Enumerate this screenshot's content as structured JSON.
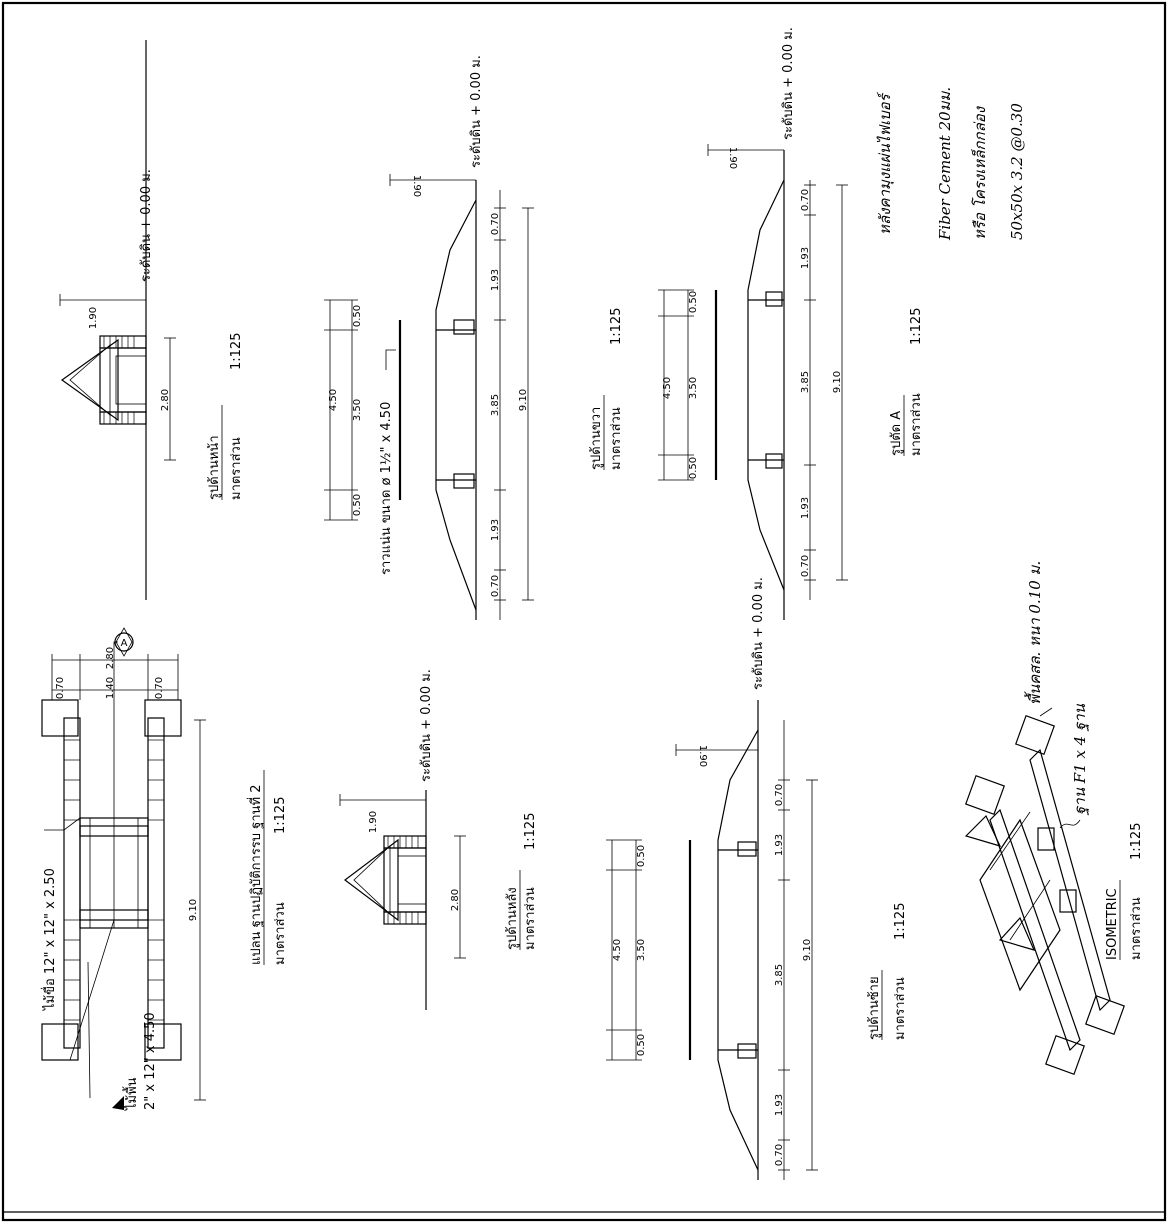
{
  "ground_level": "ระดับดิน + 0.00 ม.",
  "ground_level_short": "ระดับดิน + 0.00 ม.",
  "scale_label": "มาตราส่วน",
  "scale_value": "1:125",
  "plan": {
    "title": "แปลน ฐานปฏิบัติการรบ ฐานที่ 2",
    "beam_label": "ไม้ขื่อ 12\" x 12\" x 2.50",
    "plank_label_1": "ไม้พื้น",
    "plank_label_2": "2\" x 12\" x 4.50",
    "dims_vertical": [
      "0.70",
      "1.40",
      "0.70"
    ],
    "dim_total_vertical": "2.80",
    "dim_total": "9.10",
    "section_marker": "A"
  },
  "front": {
    "title": "รูปด้านหน้า",
    "width": "2.80",
    "height": "1.90"
  },
  "back": {
    "title": "รูปด้านหลัง",
    "width": "2.80",
    "height": "1.90"
  },
  "right": {
    "title": "รูปด้านขวา",
    "rail_label": "ราวแน่น ขนาด ø 1½\" x 4.50",
    "dims_top": [
      "0.50",
      "3.50",
      "0.50"
    ],
    "dim_top_total": "4.50",
    "dims_bottom": [
      "0.70",
      "1.93",
      "3.85",
      "1.93",
      "0.70"
    ],
    "dim_total": "9.10",
    "height": "1.90"
  },
  "left": {
    "title": "รูปด้านซ้าย",
    "dims_top": [
      "0.50",
      "3.50",
      "0.50"
    ],
    "dim_top_total": "4.50",
    "dims_bottom": [
      "0.70",
      "1.93",
      "3.85",
      "1.93",
      "0.70"
    ],
    "dim_total": "9.10",
    "height": "1.90"
  },
  "section_a": {
    "title": "รูปตัด A",
    "dims_top": [
      "0.50",
      "3.50",
      "0.50"
    ],
    "dim_top_total": "4.50",
    "dims_bottom": [
      "0.70",
      "1.93",
      "3.85",
      "1.93",
      "0.70"
    ],
    "dim_total": "9.10",
    "height": "1.90"
  },
  "isometric": {
    "title": "ISOMETRIC",
    "note_slab": "พื้นคสล. หนา 0.10 ม.",
    "note_footing": "ฐาน F1 x 4 ฐาน"
  },
  "handwritten_note": [
    "หลังคามุงแผ่นไฟเบอร์",
    "Fiber Cement 20มม.",
    "หรือ โครงเหล็กกล่อง",
    "50x50x 3.2 @0.30"
  ]
}
